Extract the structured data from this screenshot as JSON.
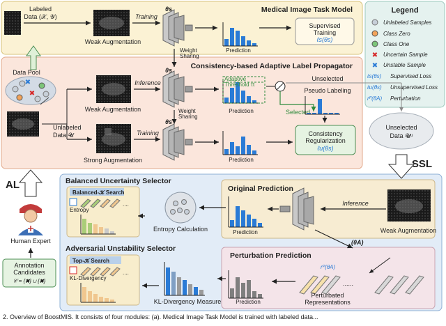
{
  "colors": {
    "accent_blue": "#2a7bd6",
    "supervised_panel": "#fbf2d4",
    "propagator_panel": "#fbe6dc",
    "al_panel": "#e2ecf7",
    "legend_panel": "#e5f2ef",
    "cluster_light": "#c7cfd8",
    "class_zero": "#f2a35a",
    "class_one": "#7cc57a",
    "uncertain": "#d62728",
    "unstable": "#2a7bd6",
    "selected_green": "#2e8b3c",
    "gray": "#8a8a8a"
  },
  "medical_task": {
    "title": "Medical Image Task Model",
    "labeled_data": "Labeled",
    "labeled_data_2": "Data (𝒳, 𝒴)",
    "weak_aug": "Weak Augmentation",
    "training": "Training",
    "theta_s": "θs",
    "weight_sharing": "Weight",
    "weight_sharing_2": "Sharing",
    "prediction": "Prediction",
    "supervised_training": "Supervised",
    "supervised_training_2": "Training",
    "supervised_loss": "ℓs(θs)"
  },
  "propagator": {
    "title": "Consistency-based Adaptive Label Propagator",
    "data_pool": "Data Pool",
    "weak_aug": "Weak Augmentation",
    "strong_aug": "Strong Augmentation",
    "inference": "Inference",
    "training": "Training",
    "unlabeled_data": "Unlabeled",
    "unlabeled_data_2": "Data 𝓤",
    "adaptive_thr": "Adaptive",
    "adaptive_thr_2": "Threshold τt",
    "unselected": "Unselected",
    "selected": "Selected",
    "pseudo_labeling": "Pseudo Labeling",
    "prediction": "Prediction",
    "prediction_2": "Prediction",
    "consistency_reg": "Consistency",
    "consistency_reg_2": "Regularization",
    "unsupervised_loss": "ℓu(θs)",
    "unselected_data": "Unselected",
    "unselected_data_2": "Data 𝓤ᵘ",
    "ssl": "SSL",
    "weight_sharing": "Weight",
    "weight_sharing_2": "Sharing",
    "theta_top": "θs",
    "theta_bottom": "θs"
  },
  "al": {
    "label": "AL",
    "human_expert": "Human Expert",
    "annotation_candidates": "Annotation",
    "annotation_candidates_2": "Candidates",
    "candidate_formula": "𝒞 = {✖} ∪ {✖}",
    "balanced_title": "Balanced Uncertainty Selector",
    "balanced_search": "Balanced-𝒦 Search",
    "entropy": "Entropy",
    "entropy_calc": "Entropy Calculation",
    "original_pred": "Original Prediction",
    "inference": "Inference",
    "prediction": "Prediction",
    "weak_aug": "Weak Augmentation",
    "theta_a": "(θA)",
    "adversarial_title": "Adversarial Unstability Selector",
    "topk": "Top-𝒦 Search",
    "kl_div": "KL-Divergency",
    "kl_measure": "KL-Divergency Measure",
    "perturbation_pred": "Perturbation Prediction",
    "prediction_2": "Prediction",
    "perturbated_repr": "Perturbated",
    "perturbated_repr_2": "Representations",
    "perturbation_symbol": "rᴾ(θA)",
    "dots": "......"
  },
  "legend": {
    "title": "Legend",
    "items": [
      {
        "label": "Unlabeled Samples",
        "icon": "unlabeled-dot-icon"
      },
      {
        "label": "Class Zero",
        "icon": "class-zero-dot-icon"
      },
      {
        "label": "Class One",
        "icon": "class-one-dot-icon"
      },
      {
        "label": "Uncertain Sample",
        "icon": "uncertain-cross-icon"
      },
      {
        "label": "Unstable Sample",
        "icon": "unstable-cross-icon"
      },
      {
        "label": "Supervised Loss",
        "symbol": "ℓs(θs)"
      },
      {
        "label": "Unsupervised Loss",
        "symbol": "ℓu(θs)"
      },
      {
        "label": "Perturbation",
        "symbol": "rᴾ(θA)"
      }
    ]
  },
  "caption": "2. Overview of BoostMIS. It consists of four modules: (a). Medical Image Task Model is trained with labeled data..."
}
